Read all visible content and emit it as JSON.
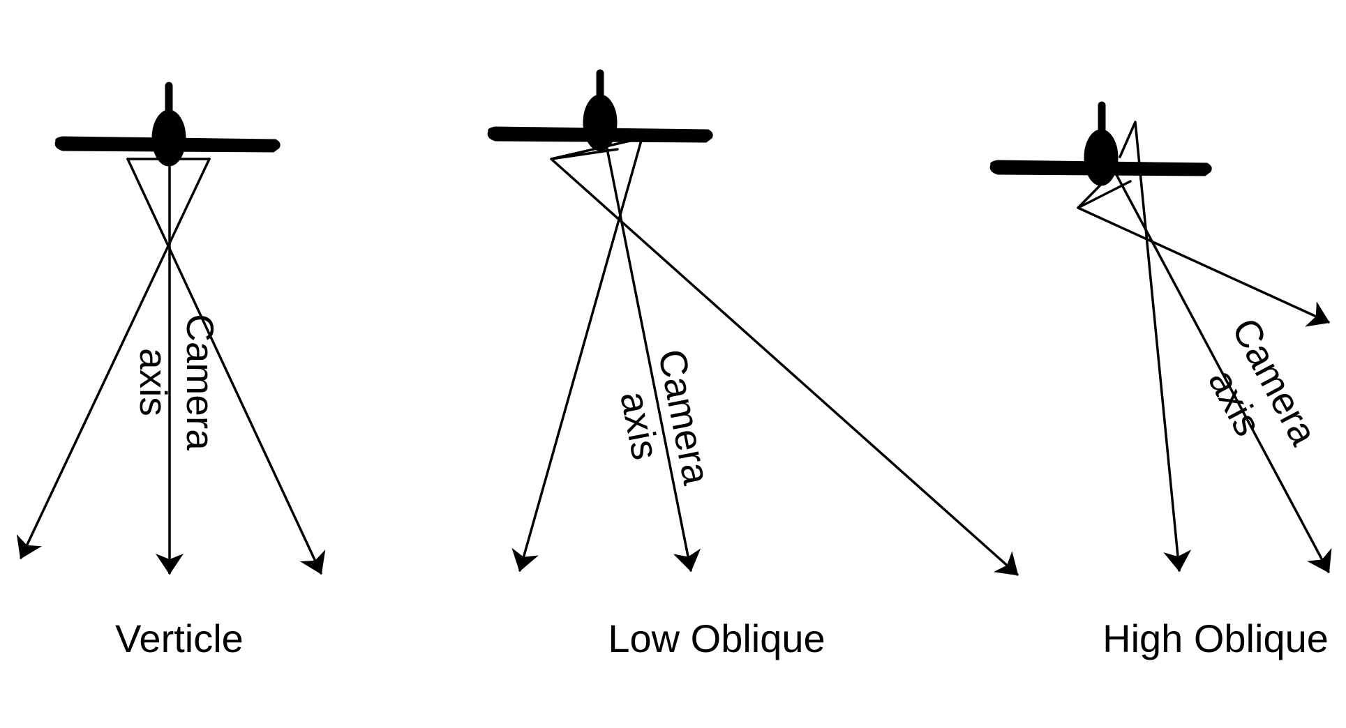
{
  "colors": {
    "line": "#000000",
    "background": "#ffffff"
  },
  "icons": [
    "aircraft-icon",
    "arrowhead-icon"
  ],
  "panels": [
    {
      "caption": "Verticle",
      "axis_label_line1": "Camera",
      "axis_label_line2": "axis"
    },
    {
      "caption": "Low Oblique",
      "axis_label_line1": "Camera",
      "axis_label_line2": "axis"
    },
    {
      "caption": "High Oblique",
      "axis_label_line1": "Camera",
      "axis_label_line2": "axis"
    }
  ]
}
